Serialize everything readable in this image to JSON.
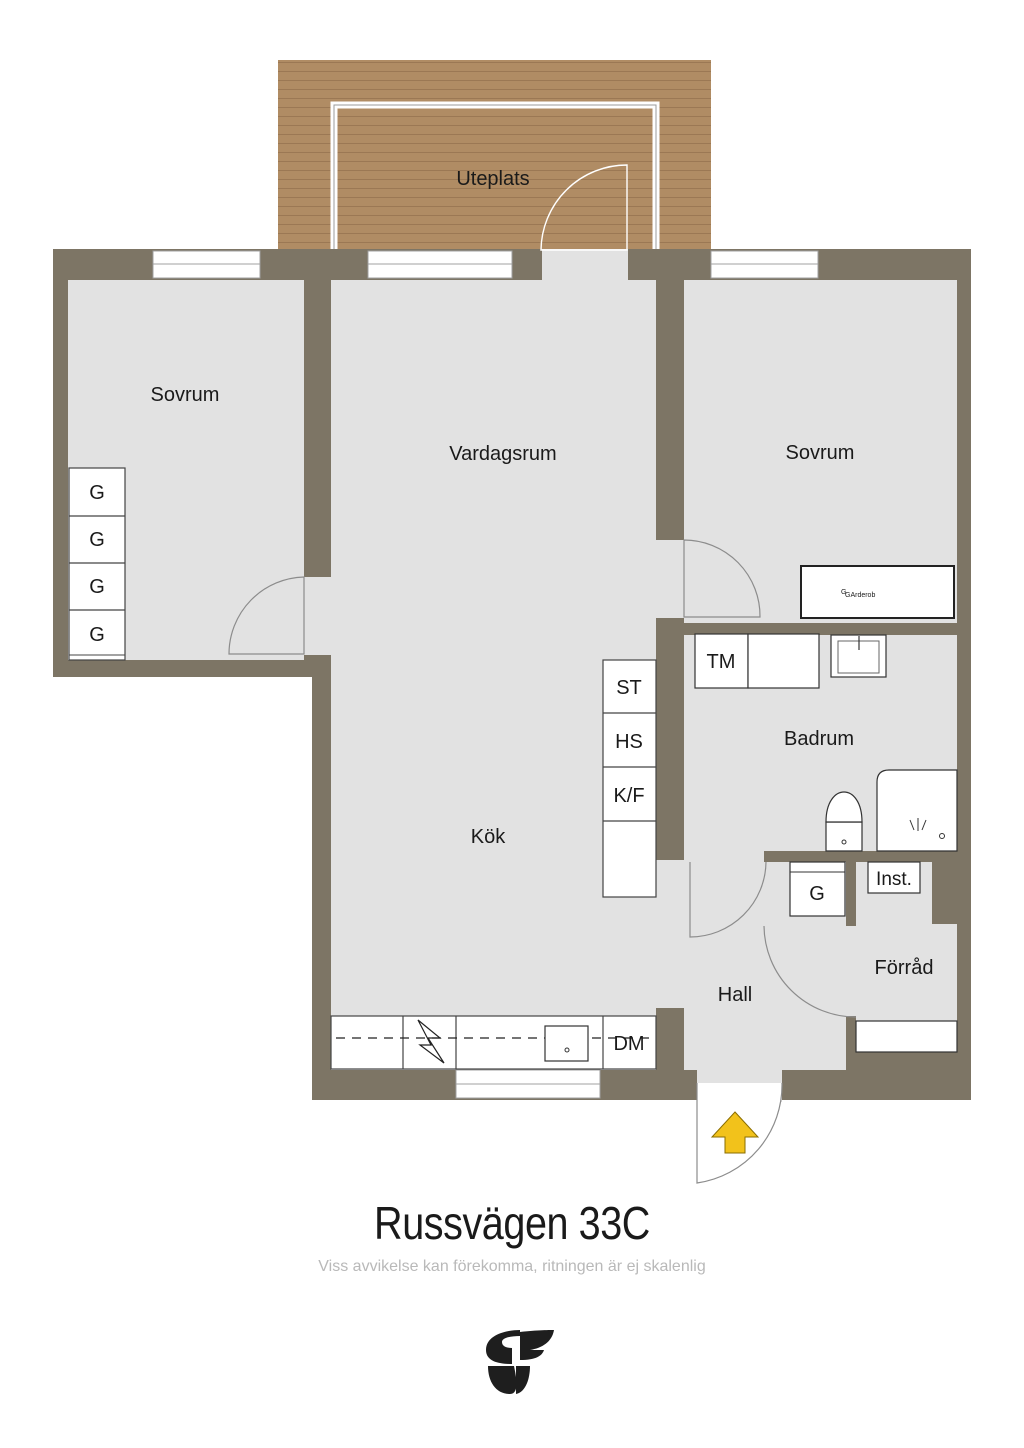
{
  "rooms": {
    "terrace": "Uteplats",
    "bedroom_left": "Sovrum",
    "living": "Vardagsrum",
    "bedroom_right": "Sovrum",
    "kitchen": "Kök",
    "bathroom": "Badrum",
    "hall": "Hall",
    "storage": "Förråd"
  },
  "fixtures": {
    "wardrobe": "G",
    "stove": "ST",
    "oven": "HS",
    "fridge": "K/F",
    "washer": "TM",
    "dishwasher": "DM",
    "installation": "Inst.",
    "wardrobe_long": "GArderob",
    "wardrobe_long_mark": "G"
  },
  "title": "Russvägen 33C",
  "disclaimer": "Viss avvikelse kan förekomma, ritningen är ej skalenlig",
  "colors": {
    "wall": "#7d7565",
    "floor": "#e2e2e2",
    "deck": "#b08c64",
    "deck_line": "#9b7854",
    "entrance_arrow": "#f2c21b",
    "logo": "#1e1e1e"
  },
  "icons": {
    "entrance": "entrance-arrow-icon",
    "logo": "sf-logo-icon"
  }
}
